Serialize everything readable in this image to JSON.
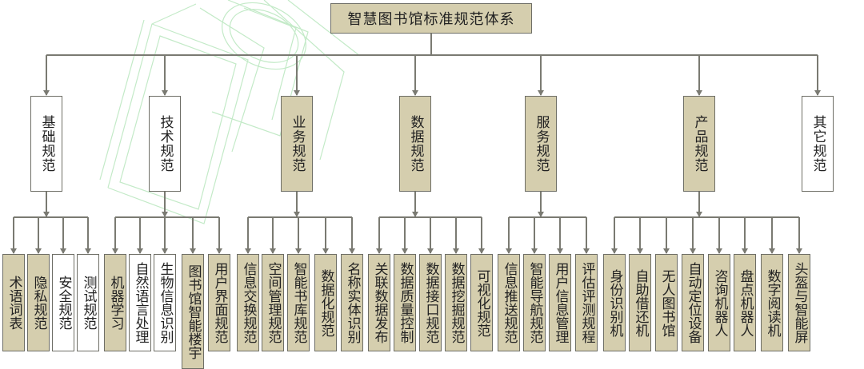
{
  "root": {
    "label": "智慧图书馆标准规范体系"
  },
  "branches": [
    {
      "id": "base",
      "label": "基础规范",
      "style": "white",
      "children": [
        {
          "label": "术语词表",
          "style": "tan"
        },
        {
          "label": "隐私规范",
          "style": "tan"
        },
        {
          "label": "安全规范",
          "style": "white"
        },
        {
          "label": "测试规范",
          "style": "white"
        }
      ]
    },
    {
      "id": "tech",
      "label": "技术规范",
      "style": "white",
      "children": [
        {
          "label": "机器学习",
          "style": "tan"
        },
        {
          "label": "自然语言处理",
          "style": "white"
        },
        {
          "label": "生物信息识别",
          "style": "white"
        },
        {
          "label": "图书馆智能楼宇",
          "style": "tan"
        },
        {
          "label": "用户界面规范",
          "style": "tan"
        }
      ]
    },
    {
      "id": "biz",
      "label": "业务规范",
      "style": "tan",
      "children": [
        {
          "label": "信息交换规范",
          "style": "tan"
        },
        {
          "label": "空间管理规范",
          "style": "tan"
        },
        {
          "label": "智能书库规范",
          "style": "tan"
        },
        {
          "label": "数据化规范",
          "style": "tan"
        },
        {
          "label": "名称实体识别",
          "style": "tan"
        }
      ]
    },
    {
      "id": "data",
      "label": "数据规范",
      "style": "tan",
      "children": [
        {
          "label": "关联数据发布",
          "style": "tan"
        },
        {
          "label": "数据质量控制",
          "style": "tan"
        },
        {
          "label": "数据接口规范",
          "style": "tan"
        },
        {
          "label": "数据挖掘规范",
          "style": "tan"
        },
        {
          "label": "可视化规范",
          "style": "tan"
        }
      ]
    },
    {
      "id": "svc",
      "label": "服务规范",
      "style": "tan",
      "children": [
        {
          "label": "信息推送规范",
          "style": "tan"
        },
        {
          "label": "智能导航规范",
          "style": "tan"
        },
        {
          "label": "用户信息管理",
          "style": "tan"
        },
        {
          "label": "评估评测规程",
          "style": "tan"
        }
      ]
    },
    {
      "id": "prod",
      "label": "产品规范",
      "style": "tan",
      "children": [
        {
          "label": "身份识别机",
          "style": "tan"
        },
        {
          "label": "自助借还机",
          "style": "tan"
        },
        {
          "label": "无人图书馆",
          "style": "tan"
        },
        {
          "label": "自动定位设备",
          "style": "tan"
        },
        {
          "label": "咨询机器人",
          "style": "tan"
        },
        {
          "label": "盘点机器人",
          "style": "tan"
        },
        {
          "label": "数字阅读机",
          "style": "tan"
        },
        {
          "label": "头盔与智能屏",
          "style": "tan"
        }
      ]
    },
    {
      "id": "other",
      "label": "其它规范",
      "style": "white",
      "children": []
    }
  ],
  "colors": {
    "tan": "#d5ceae",
    "white": "#ffffff",
    "border": "#6e6e66",
    "line": "#7a7a72",
    "watermark": "#bde8c2"
  }
}
